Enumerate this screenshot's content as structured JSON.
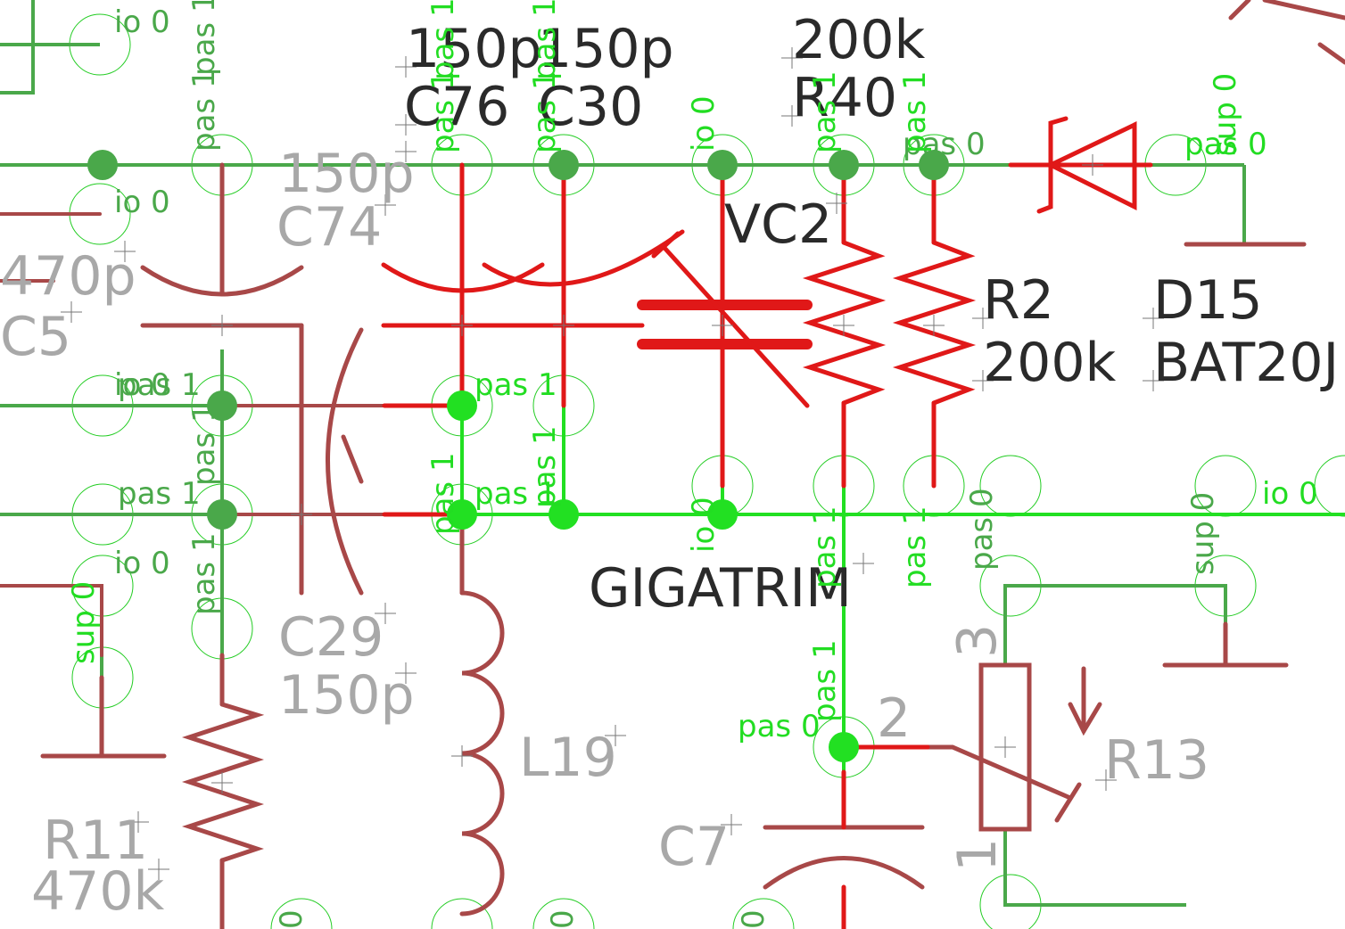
{
  "colors": {
    "background": "#ffffff",
    "net_dim": "#4aa84a",
    "net_bright": "#22e022",
    "pin_label_dim": "#4aa84a",
    "pin_label_bright": "#22dd22",
    "part_selected": "#e01818",
    "part_other": "#a84848",
    "label_dark": "#2a2a2a",
    "label_gray": "#a8a8a8",
    "origin_cross": "#777777"
  },
  "parts": {
    "c76": {
      "name": "C76",
      "value": "150p"
    },
    "c30": {
      "name": "C30",
      "value": "150p"
    },
    "r40": {
      "name": "R40",
      "value": "200k"
    },
    "r2": {
      "name": "R2",
      "value": "200k"
    },
    "d15": {
      "name": "D15",
      "value": "BAT20J"
    },
    "vc2": {
      "name": "VC2",
      "value": "GIGATRIM"
    },
    "c74": {
      "name": "C74",
      "value": "150p"
    },
    "c5": {
      "name": "C5",
      "value": "470p"
    },
    "c29": {
      "name": "C29",
      "value": "150p"
    },
    "l19": {
      "name": "L19"
    },
    "r11": {
      "name": "R11",
      "value": "470k"
    },
    "c7": {
      "name": "C7"
    },
    "r13": {
      "name": "R13",
      "pin3": "3",
      "pin2": "2",
      "pin1": "1"
    }
  },
  "pin_labels": {
    "io0": "io 0",
    "pas0": "pas 0",
    "pas1": "pas 1",
    "sup0": "sup 0",
    "io0_partial": "0"
  }
}
